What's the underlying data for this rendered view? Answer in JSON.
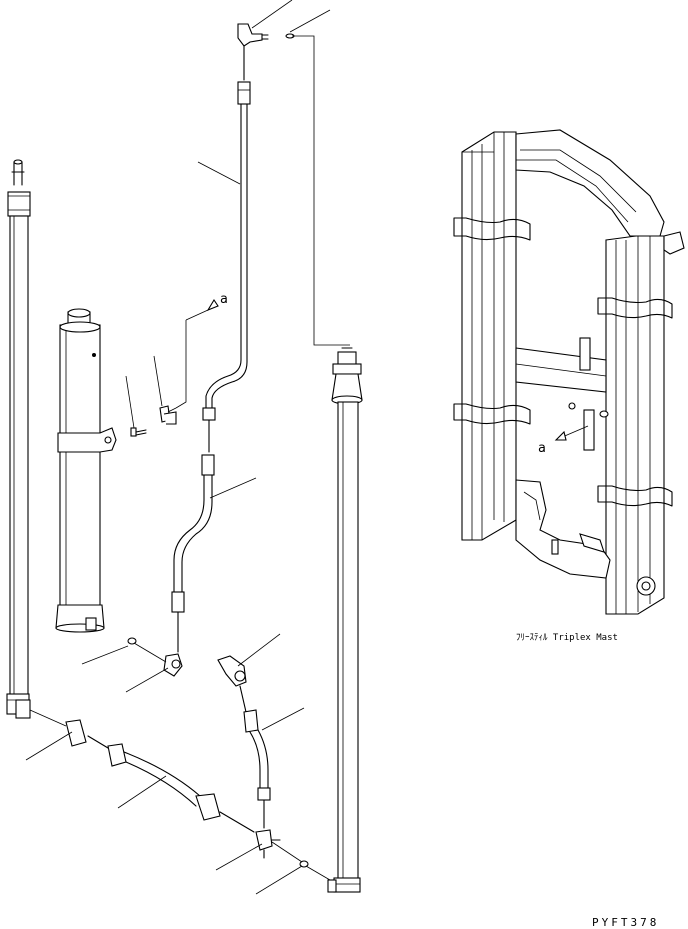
{
  "diagram": {
    "ref_label_a_left": "a",
    "ref_label_a_right": "a",
    "mast_caption": "ﾌﾘｰｽﾃｨﾙ Triplex Mast",
    "drawing_code": "PYFT378"
  }
}
